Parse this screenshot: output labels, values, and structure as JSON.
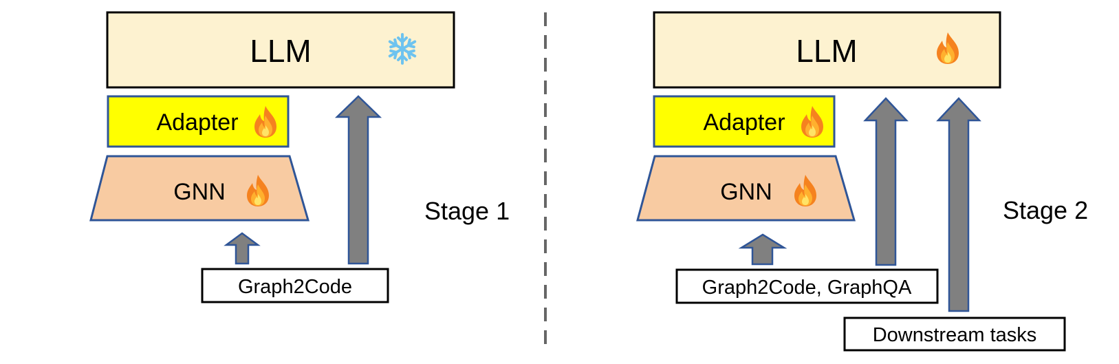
{
  "stage1": {
    "llm": "LLM",
    "llm_state_icon": "snowflake-icon",
    "adapter": "Adapter",
    "adapter_state_icon": "fire-icon",
    "gnn": "GNN",
    "gnn_state_icon": "fire-icon",
    "data_label": "Graph2Code",
    "stage_label": "Stage 1"
  },
  "stage2": {
    "llm": "LLM",
    "llm_state_icon": "fire-icon",
    "adapter": "Adapter",
    "adapter_state_icon": "fire-icon",
    "gnn": "GNN",
    "gnn_state_icon": "fire-icon",
    "data_label": "Graph2Code, GraphQA",
    "downstream_label": "Downstream tasks",
    "stage_label": "Stage 2"
  },
  "colors": {
    "llm_fill": "#fdf2d0",
    "adapter_fill": "#ffff00",
    "adapter_border": "#2f5597",
    "gnn_fill": "#f8cba2",
    "gnn_border": "#2f5597",
    "arrow_fill": "#808080",
    "arrow_border": "#2f5597",
    "divider": "#666666"
  }
}
